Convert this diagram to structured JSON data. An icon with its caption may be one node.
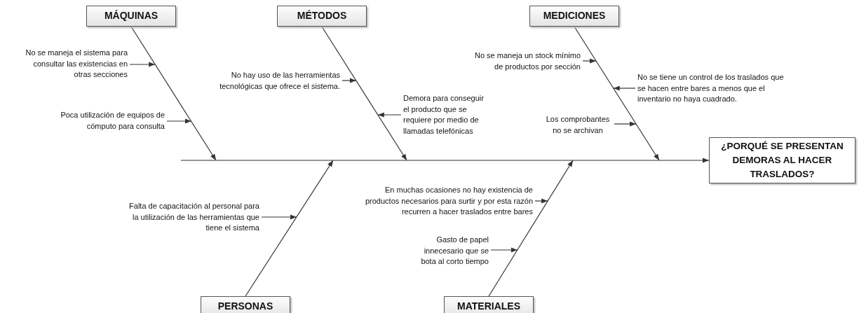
{
  "diagram": {
    "nodes": [
      {
        "text": [
          "MÁQUINAS"
        ]
      },
      {
        "text": [
          "MÉTODOS"
        ]
      },
      {
        "text": [
          "MEDICIONES"
        ]
      },
      {
        "text": [
          "No se maneja el sistema para consultar las existencias en otras secciones"
        ]
      },
      {
        "text": [
          "No se maneja un stock mínimo de productos por sección"
        ]
      },
      {
        "text": [
          "No hay uso de las herramientas tecnológicas que ofrece el sistema."
        ]
      },
      {
        "text": [
          "No se tiene un control de los traslados que se hacen entre bares a menos que el inventario no haya cuadrado."
        ]
      },
      {
        "text": [
          "Demora para conseguir el producto que se requiere por medio de llamadas telefónicas"
        ]
      },
      {
        "text": [
          "Poca utilización de equipos de cómputo para consulta"
        ]
      },
      {
        "text": [
          "Los comprobantes no se archivan"
        ]
      },
      {
        "text": [
          "¿PORQUÉ SE PRESENTAN DEMORAS AL HACER TRASLADOS?"
        ]
      },
      {
        "text": [
          "En muchas ocasiones no hay existencia de productos necesarios para surtir y por esta razón recurren a hacer traslados entre bares"
        ]
      },
      {
        "text": [
          "Falta de capacitación al personal para la utilización de las herramientas que tiene el sistema"
        ]
      },
      {
        "text": [
          "Gasto de papel innecesario que se bota al corto tiempo"
        ]
      },
      {
        "text": [
          "PERSONAS"
        ]
      },
      {
        "text": [
          "MATERIALES"
        ]
      }
    ],
    "edges": [
      {
        "from": 0,
        "to": 10,
        "arrow": "to"
      },
      {
        "from": 1,
        "to": 10,
        "arrow": "to"
      },
      {
        "from": 2,
        "to": 10,
        "arrow": "to"
      },
      {
        "from": 14,
        "to": 10,
        "arrow": "to"
      },
      {
        "from": 15,
        "to": 10,
        "arrow": "to"
      },
      {
        "from": null,
        "to": 10,
        "arrow": "to"
      },
      {
        "from": 3,
        "to": 10,
        "arrow": "to"
      },
      {
        "from": 8,
        "to": 10,
        "arrow": "to"
      },
      {
        "from": 5,
        "to": 10,
        "arrow": "to"
      },
      {
        "from": 7,
        "to": 10,
        "arrow": "to"
      },
      {
        "from": 4,
        "to": 10,
        "arrow": "to"
      },
      {
        "from": 6,
        "to": 10,
        "arrow": "to"
      },
      {
        "from": 9,
        "to": 10,
        "arrow": "to"
      },
      {
        "from": 12,
        "to": 10,
        "arrow": "to"
      },
      {
        "from": 11,
        "to": 10,
        "arrow": "to"
      },
      {
        "from": 13,
        "to": 10,
        "arrow": "to"
      }
    ]
  }
}
